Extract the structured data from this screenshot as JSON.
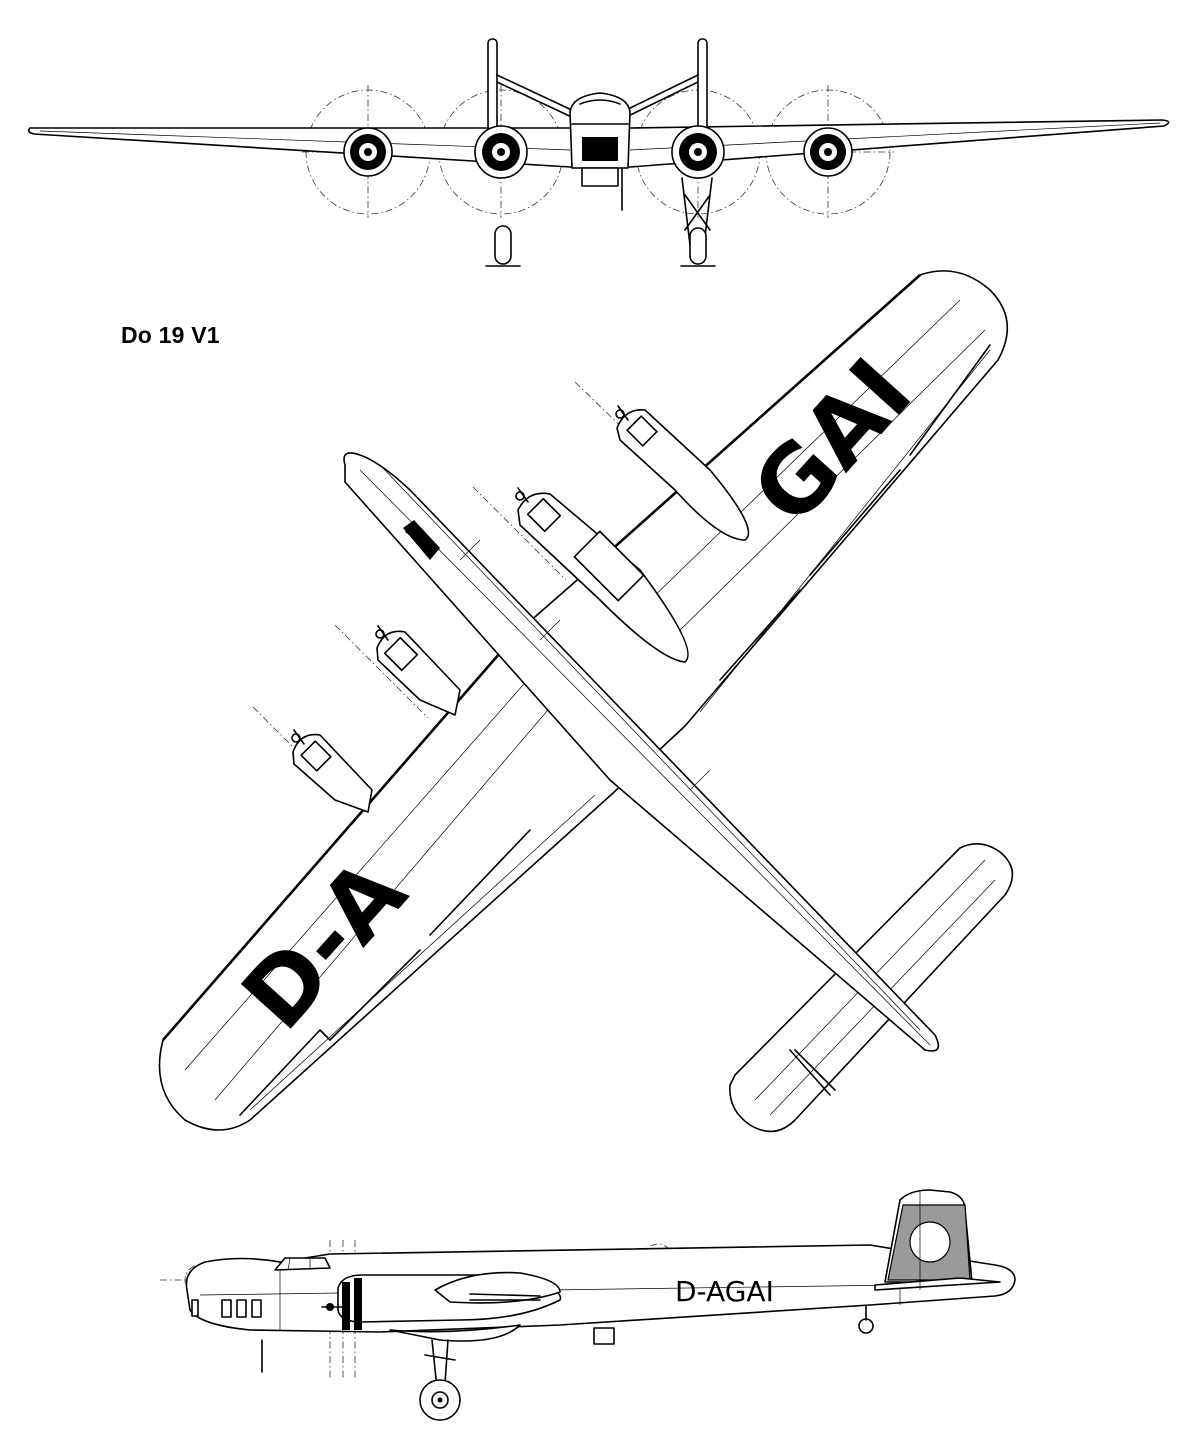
{
  "title": "Do 19 V1",
  "registration": {
    "left_wing": "D-A",
    "right_wing": "GAI",
    "fuselage_side": "D-AGAI"
  },
  "views": [
    "front",
    "top",
    "side"
  ]
}
